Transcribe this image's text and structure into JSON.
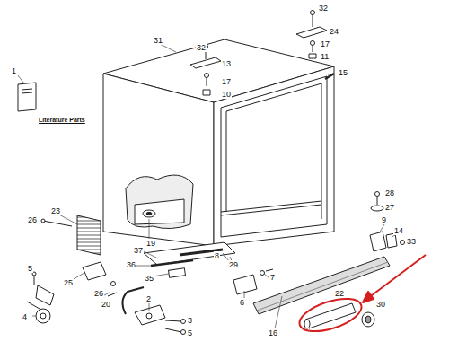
{
  "diagram": {
    "labels": [
      "32",
      "24",
      "31",
      "32",
      "13",
      "17",
      "11",
      "17",
      "15",
      "1",
      "10",
      "Literature Parts",
      "28",
      "27",
      "23",
      "26",
      "19",
      "9",
      "14",
      "33",
      "8",
      "37",
      "36",
      "29",
      "5",
      "25",
      "35",
      "7",
      "26",
      "6",
      "20",
      "4",
      "2",
      "22",
      "30",
      "3",
      "5",
      "16"
    ]
  }
}
